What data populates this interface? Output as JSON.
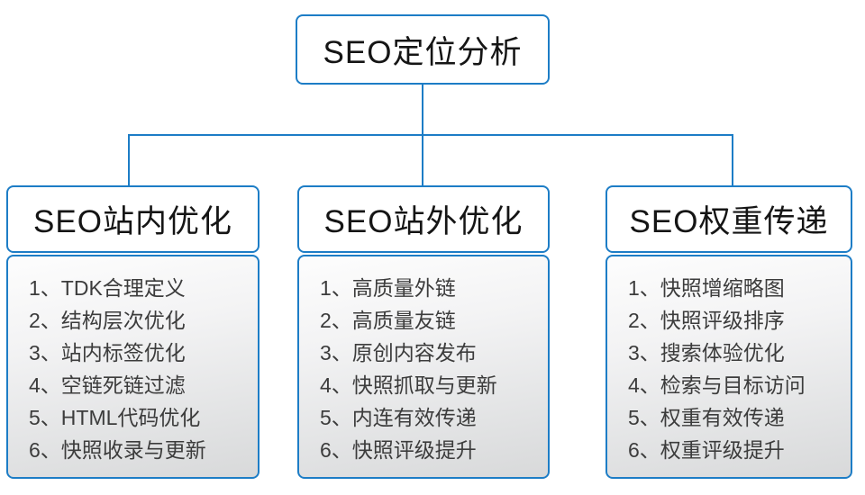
{
  "root": {
    "label": "SEO定位分析"
  },
  "branches": [
    {
      "header": "SEO站内优化",
      "items": [
        "1、TDK合理定义",
        "2、结构层次优化",
        "3、站内标签优化",
        "4、空链死链过滤",
        "5、HTML代码优化",
        "6、快照收录与更新"
      ]
    },
    {
      "header": "SEO站外优化",
      "items": [
        "1、高质量外链",
        "2、高质量友链",
        "3、原创内容发布",
        "4、快照抓取与更新",
        "5、内连有效传递",
        "6、快照评级提升"
      ]
    },
    {
      "header": "SEO权重传递",
      "items": [
        "1、快照增缩略图",
        "2、快照评级排序",
        "3、搜索体验优化",
        "4、检索与目标访问",
        "5、权重有效传递",
        "6、权重评级提升"
      ]
    }
  ],
  "colors": {
    "accent": "#1d7dc6",
    "header-text": "#151515",
    "item-text": "#3c3c3c",
    "panel-top": "#fdfdfd",
    "panel-bottom": "#d8d9da",
    "background": "#ffffff"
  }
}
